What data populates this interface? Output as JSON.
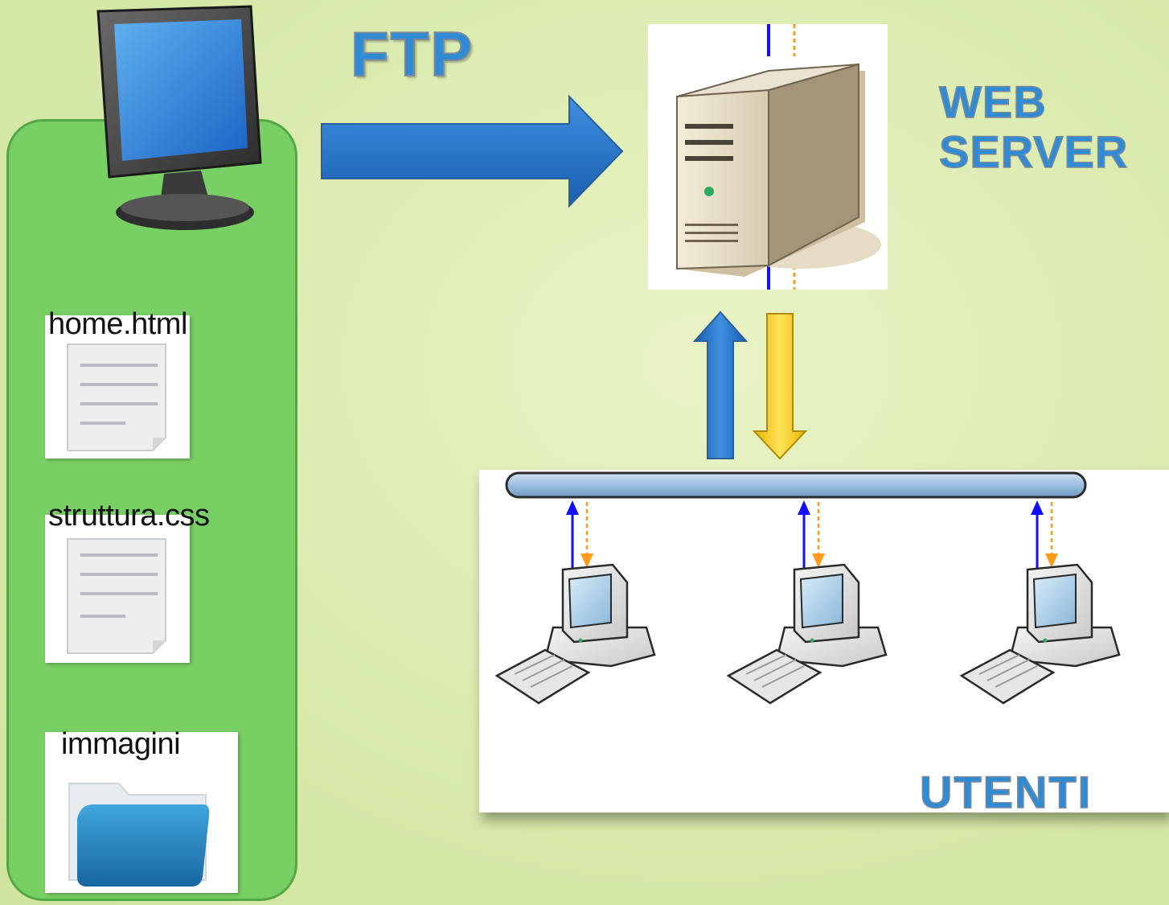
{
  "labels": {
    "ftp": "FTP",
    "web_server_line1": "WEB",
    "web_server_line2": "SERVER",
    "users": "UTENTI"
  },
  "local_files": [
    {
      "name": "home.html",
      "icon": "document-icon"
    },
    {
      "name": "struttura.css",
      "icon": "document-icon"
    },
    {
      "name": "immagini",
      "icon": "folder-icon"
    }
  ],
  "client_count": 3,
  "colors": {
    "background": "#dcecb2",
    "panel_green": "#78cf63",
    "label_blue": "#2e8bd4",
    "arrow_blue": "#1f6fc0",
    "arrow_yellow": "#ffd21a",
    "link_blue": "#1010ff",
    "link_orange": "#ff9a1a"
  }
}
